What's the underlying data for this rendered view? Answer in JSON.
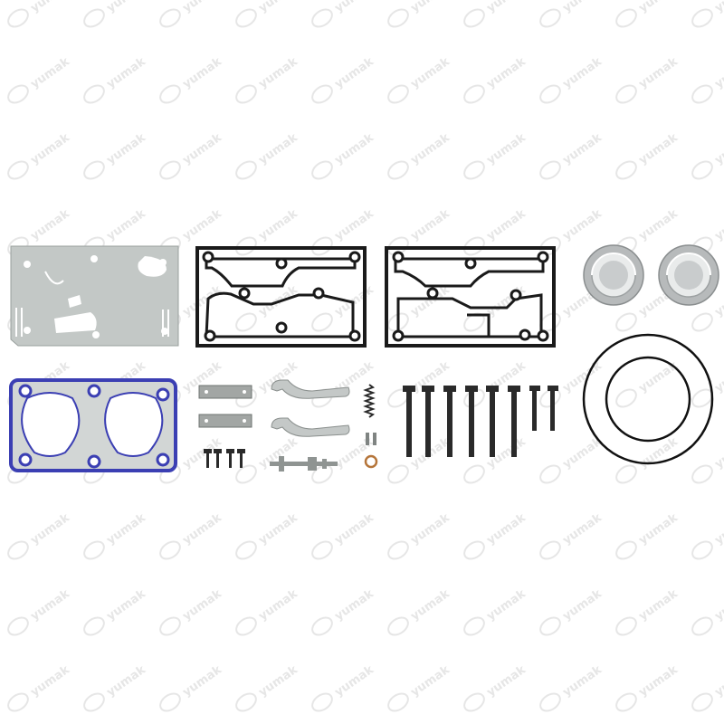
{
  "watermark": {
    "brand_text": "yumak",
    "color": "#e6e6e6"
  },
  "colors": {
    "background": "#ffffff",
    "valve_plate": "#bfc4c2",
    "gasket_black": "#1a1a1a",
    "head_gasket_blue": "#3b3fb3",
    "head_gasket_fill": "#d4d7d6",
    "steel": "#8c8c8c",
    "reed_plate": "#a0a5a5",
    "bolt": "#2a2a2a",
    "cap_metal": "#b9bcbc",
    "oring": "#111111",
    "copper_washer": "#b5753a"
  },
  "parts": [
    {
      "name": "valve-plate-gasket"
    },
    {
      "name": "cylinder-head-gasket-left"
    },
    {
      "name": "cylinder-head-gasket-right"
    },
    {
      "name": "valve-cap-left"
    },
    {
      "name": "valve-cap-right"
    },
    {
      "name": "head-gasket-blue"
    },
    {
      "name": "reed-plate-upper"
    },
    {
      "name": "reed-plate-lower"
    },
    {
      "name": "small-screws"
    },
    {
      "name": "valve-spring-upper"
    },
    {
      "name": "valve-spring-lower"
    },
    {
      "name": "unloader-pin"
    },
    {
      "name": "spring"
    },
    {
      "name": "pins-pair"
    },
    {
      "name": "copper-washer"
    },
    {
      "name": "long-bolts"
    },
    {
      "name": "o-ring-large"
    },
    {
      "name": "o-ring-small"
    }
  ]
}
